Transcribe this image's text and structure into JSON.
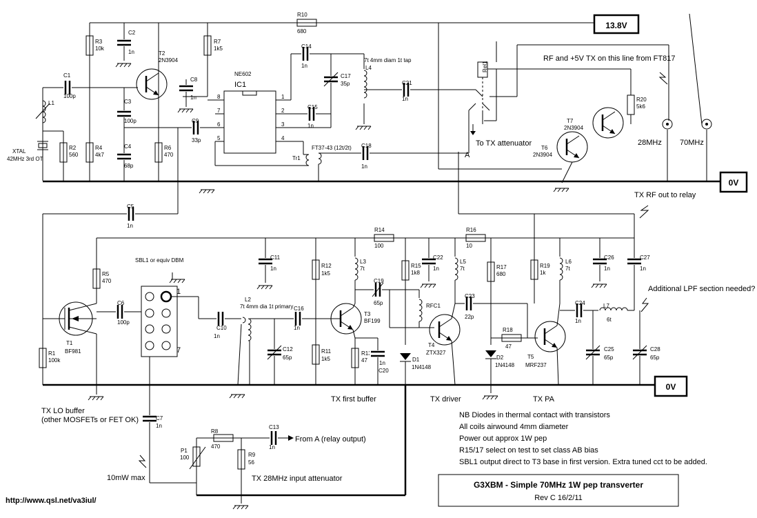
{
  "title": {
    "main": "G3XBM - Simple 70MHz 1W pep transverter",
    "rev": "Rev C   16/2/11"
  },
  "url": "http://www.qsl.net/va3iul/",
  "supply": "13.8V",
  "ground_top": "0V",
  "ground_bottom": "0V",
  "notes": [
    "NB Diodes in thermal contact with transistors",
    "All coils airwound 4mm diameter",
    "Power out approx 1W pep",
    "R15/17 select on test to set class AB bias",
    "SBL1 output direct to T3 base in first version. Extra tuned cct to be added."
  ],
  "annotations": {
    "rf_line": "RF and +5V TX on this line from FT817",
    "to_tx_att": "To TX attenuator",
    "a_label": "A",
    "tx_rf_out": "TX RF out to relay",
    "additional_lpf": "Additional LPF section needed?",
    "tx_lo_buffer": "TX LO buffer",
    "tx_lo_note": "(other MOSFETs or FET OK)",
    "tx_first_buffer": "TX first buffer",
    "tx_driver": "TX driver",
    "tx_pa": "TX PA",
    "from_a": "From A (relay output)",
    "max_10mw": "10mW max",
    "tx_att": "TX 28MHz input attenuator",
    "sbl1": "SBL1 or equiv DBM",
    "xtal": "XTAL",
    "xtal_freq": "42MHz 3rd OT",
    "f28": "28MHz",
    "f70": "70MHz",
    "l4_note": "7t  4mm diam 1t tap",
    "tr1_note": "FT37-43 (12t/2t)",
    "l2_note": "7t 4mm dia 1t primary",
    "ic1_type": "NE602",
    "ic1": "IC1",
    "pin1": "1",
    "pin7": "7"
  },
  "components": {
    "r10": [
      "R10",
      "680"
    ],
    "r3": [
      "R3",
      "10k"
    ],
    "r7": [
      "R7",
      "1k5"
    ],
    "c2": [
      "C2",
      "1n"
    ],
    "t2": [
      "T2",
      "2N3904"
    ],
    "c1": [
      "C1",
      "100p"
    ],
    "l1": [
      "L1",
      ""
    ],
    "c3": [
      "C3",
      "100p"
    ],
    "c8": [
      "C8",
      "1n"
    ],
    "c14": [
      "C14",
      "1n"
    ],
    "c17": [
      "C17",
      "35p"
    ],
    "l4": [
      "L4",
      ""
    ],
    "c21": [
      "C21",
      "1n"
    ],
    "relay": [
      "Rel1",
      ""
    ],
    "r2": [
      "R2",
      "560"
    ],
    "r4": [
      "R4",
      "4k7"
    ],
    "c4": [
      "C4",
      "68p"
    ],
    "r6": [
      "R6",
      "470"
    ],
    "c9": [
      "C9",
      "33p"
    ],
    "c15": [
      "C15",
      "1n"
    ],
    "c18": [
      "C18",
      "1n"
    ],
    "tr1": [
      "Tr1",
      ""
    ],
    "r20": [
      "R20",
      "5k6"
    ],
    "t7": [
      "T7",
      "2N3904"
    ],
    "t6": [
      "T6",
      "2N3904"
    ],
    "c5": [
      "C5",
      "1n"
    ],
    "r14": [
      "R14",
      "100"
    ],
    "r16": [
      "R16",
      "10"
    ],
    "r5": [
      "R5",
      "470"
    ],
    "c11": [
      "C11",
      "1n"
    ],
    "r12": [
      "R12",
      "1k5"
    ],
    "l3": [
      "L3",
      "7t"
    ],
    "r15": [
      "R15",
      "1k8"
    ],
    "c22": [
      "C22",
      "1n"
    ],
    "l5": [
      "L5",
      "7t"
    ],
    "r17": [
      "R17",
      "680"
    ],
    "r19": [
      "R19",
      "1k"
    ],
    "l6": [
      "L6",
      "7t"
    ],
    "c26": [
      "C26",
      "1n"
    ],
    "c27": [
      "C27",
      "1n"
    ],
    "c6": [
      "C6",
      "100p"
    ],
    "c10": [
      "C10",
      "1n"
    ],
    "l2": [
      "L2",
      ""
    ],
    "c16": [
      "C16",
      "1n"
    ],
    "c19": [
      "C19",
      "65p"
    ],
    "rfc1": [
      "RFC1",
      ""
    ],
    "c23": [
      "C23",
      "22p"
    ],
    "c24": [
      "C24",
      "1n"
    ],
    "l7": [
      "L7",
      "6t"
    ],
    "t1": [
      "T1",
      "BF981"
    ],
    "t3": [
      "T3",
      "BF199"
    ],
    "t4": [
      "T4",
      "ZTX327"
    ],
    "t5": [
      "T5",
      "MRF237"
    ],
    "r18": [
      "R18",
      "47"
    ],
    "c12": [
      "C12",
      "65p"
    ],
    "r11": [
      "R11",
      "1k5"
    ],
    "r13": [
      "R13",
      "47"
    ],
    "c20": [
      "C20",
      "1n"
    ],
    "d1": [
      "D1",
      "1N4148"
    ],
    "d2": [
      "D2",
      "1N4148"
    ],
    "c25": [
      "C25",
      "65p"
    ],
    "c28": [
      "C28",
      "65p"
    ],
    "r1": [
      "R1",
      "100k"
    ],
    "c7": [
      "C7",
      "1n"
    ],
    "r8": [
      "R8",
      "470"
    ],
    "c13": [
      "C13",
      "1n"
    ],
    "p1": [
      "P1",
      "100"
    ],
    "r9": [
      "R9",
      "56"
    ]
  }
}
